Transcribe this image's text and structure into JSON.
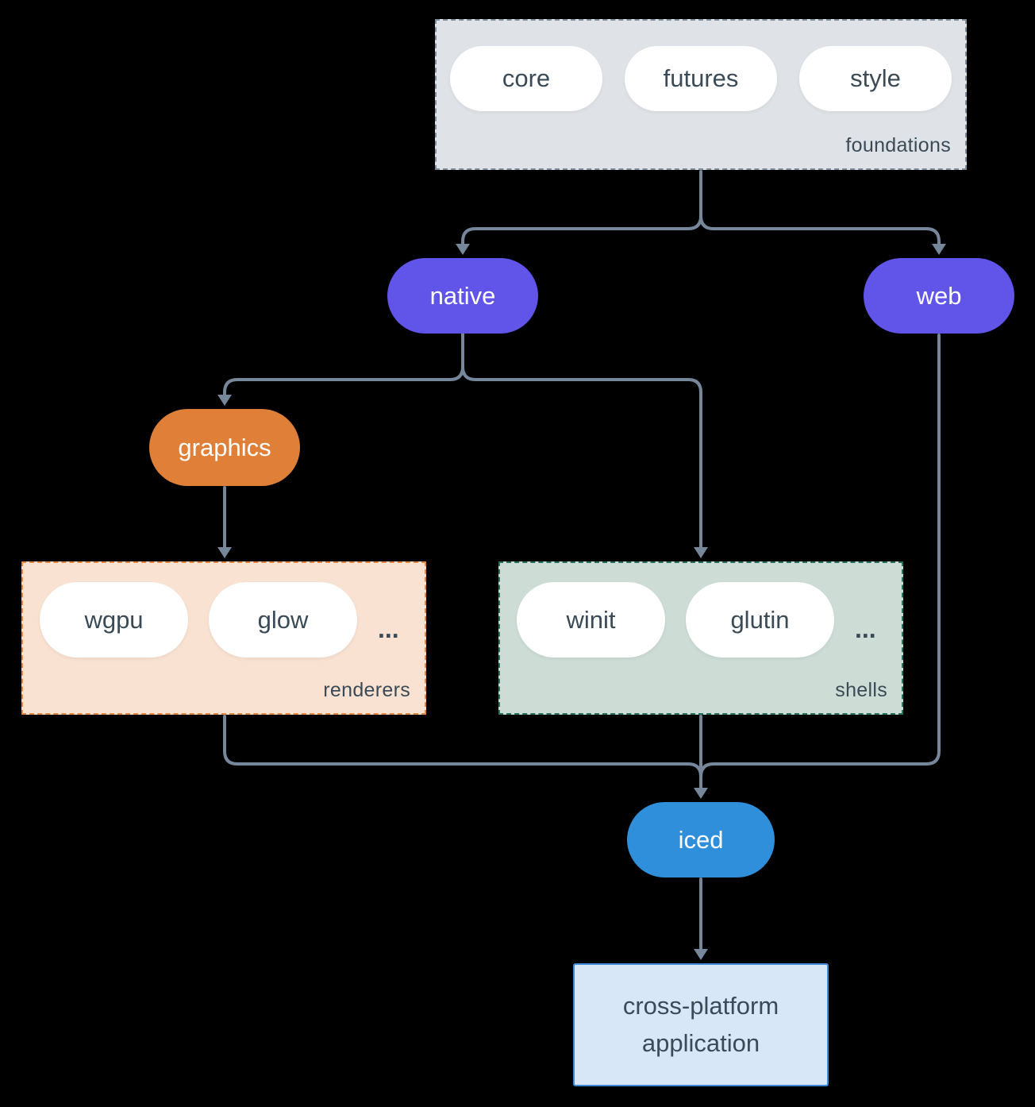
{
  "nodes": {
    "foundations": {
      "label": "foundations",
      "pills": [
        "core",
        "futures",
        "style"
      ]
    },
    "native": {
      "label": "native"
    },
    "web": {
      "label": "web"
    },
    "graphics": {
      "label": "graphics"
    },
    "renderers": {
      "label": "renderers",
      "pills": [
        "wgpu",
        "glow"
      ],
      "ellipsis": "..."
    },
    "shells": {
      "label": "shells",
      "pills": [
        "winit",
        "glutin"
      ],
      "ellipsis": "..."
    },
    "iced": {
      "label": "iced"
    },
    "application": {
      "label": "cross-platform application"
    }
  },
  "colors": {
    "background": "#000000",
    "connector": "#76879b",
    "foundations_fill": "#dfe3e7",
    "foundations_border": "#7f8d9b",
    "native_web_fill": "#6155e9",
    "graphics_fill": "#e08038",
    "renderers_fill": "#f9e2d2",
    "renderers_border": "#e8873f",
    "shells_fill": "#cdddd6",
    "shells_border": "#26705f",
    "iced_fill": "#2f8fdb",
    "application_fill": "#d7e7f8",
    "application_border": "#3f8ad8",
    "text_dark": "#3a4a57",
    "text_light": "#ffffff"
  }
}
